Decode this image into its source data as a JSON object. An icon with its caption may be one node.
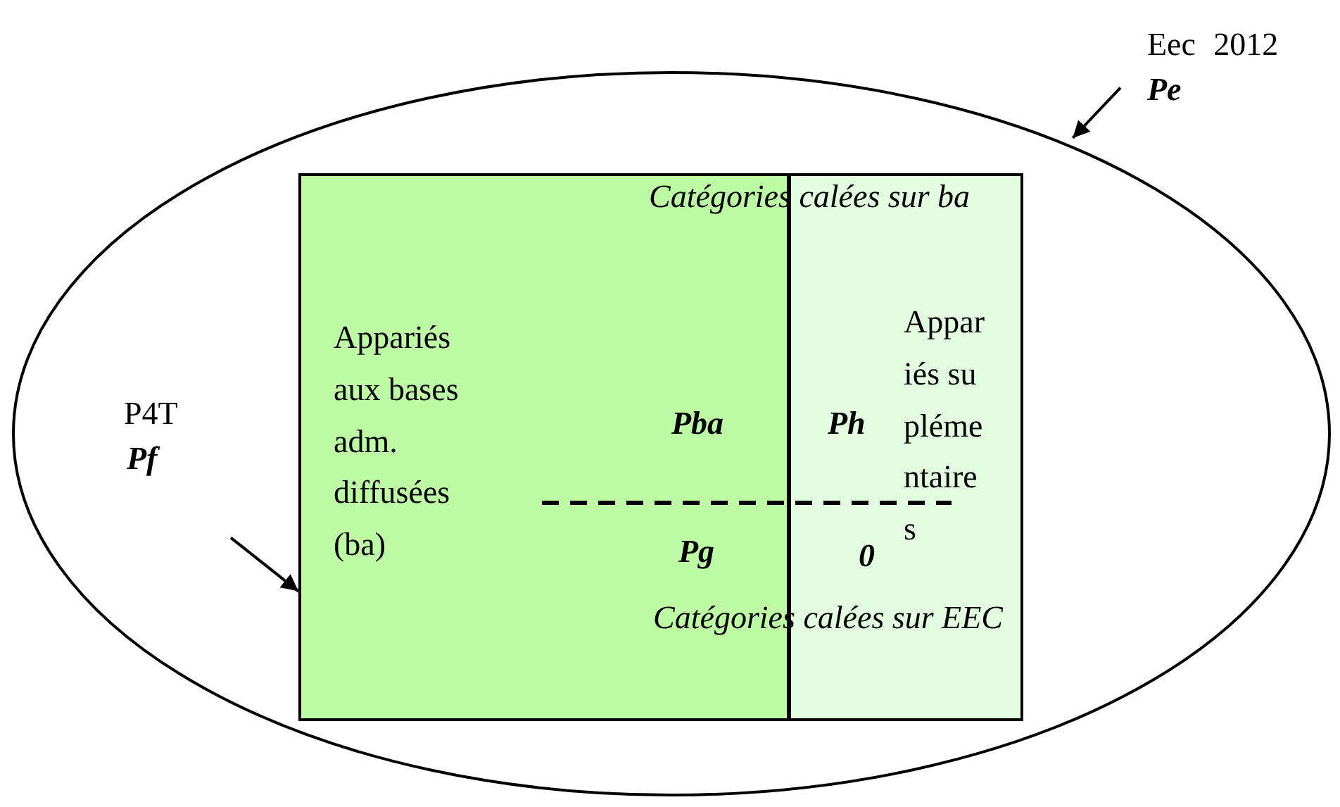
{
  "diagram": {
    "nodes": [
      {
        "text": [],
        "shape": "ellipse"
      },
      {
        "text": [
          "Eec 2012",
          "Pe"
        ]
      },
      {
        "text": [
          "Appariés aux bases adm. diffusées (ba)"
        ],
        "in": 0
      },
      {
        "text": [
          "Appariés suplémentaires"
        ],
        "in": 0
      },
      {
        "text": [
          "P4T",
          "Pf"
        ],
        "in": 0
      }
    ],
    "edges": [
      {
        "from": 1,
        "to": 0,
        "arrow": "to"
      },
      {
        "from": 4,
        "to": 2,
        "arrow": "to"
      }
    ],
    "labels": [
      "Catégories calées sur ba",
      "Pba",
      "Ph",
      "Pg",
      "0",
      "Catégories calées sur EEC"
    ]
  }
}
